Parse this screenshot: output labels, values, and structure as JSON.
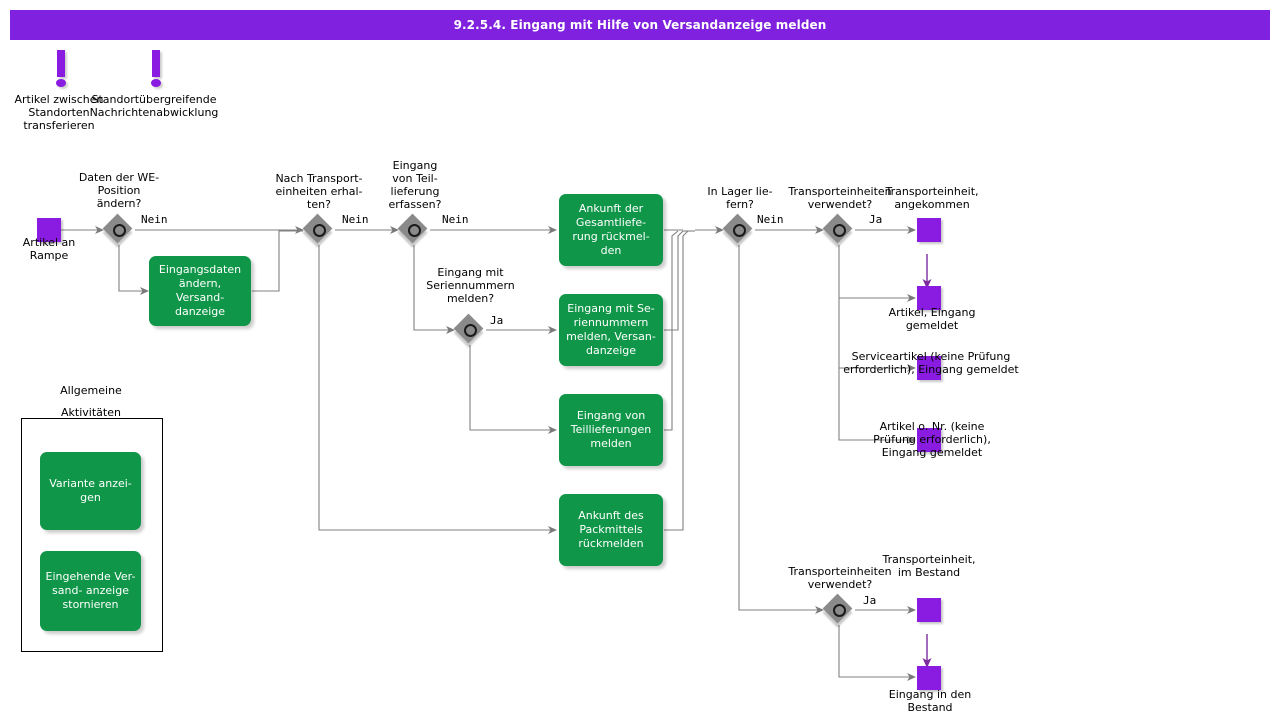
{
  "titlebar": {
    "title": "9.2.5.4. Eingang mit Hilfe von Versandanzeige melden",
    "bg_color": "#7F21DE"
  },
  "colors": {
    "event_purple": "#8A1BE0",
    "function_green": "#0F9648",
    "decision_gray": "#8A8A8A",
    "edge_gray": "#808080",
    "edge_purple": "#7D2C9E",
    "text_black": "#000000"
  },
  "interface_icons": [
    {
      "name": "artikel-zwischen-standorten-transferieren",
      "label": "Artikel  zwischen  Standorten transferieren"
    },
    {
      "name": "standortuebergreifende-nachrichtenabwicklung",
      "label": "Standortübergreifende Nachrichtenabwicklung"
    }
  ],
  "events": [
    {
      "id": "ev-artikel-an-rampe",
      "label": "Artikel an Rampe"
    },
    {
      "id": "ev-transporteinheit-angekommen",
      "label": "Transporteinheit, angekommen"
    },
    {
      "id": "ev-artikel-eingang-gemeldet",
      "label": "Artikel, Eingang gemeldet"
    },
    {
      "id": "ev-serviceartikel-eingang-gemeldet",
      "label": "Serviceartikel (keine Prüfung erforderlich), Eingang gemeldet"
    },
    {
      "id": "ev-artikel-ohne-nr-eingang-gemeldet",
      "label": "Artikel o. Nr. (keine Prüfung erforderlich), Eingang gemeldet"
    },
    {
      "id": "ev-transporteinheit-im-bestand",
      "label": "Transporteinheit, im Bestand"
    },
    {
      "id": "ev-eingang-in-den-bestand",
      "label": "Eingang in den Bestand"
    }
  ],
  "decisions": [
    {
      "id": "dec-daten-we-position",
      "label": "Daten der WE-Position ändern?",
      "branch": "Nein"
    },
    {
      "id": "dec-nach-transporteinheiten",
      "label": "Nach  Transport- einheiten  erhal- ten?",
      "branch": "Nein"
    },
    {
      "id": "dec-eingang-teillieferung",
      "label": "Eingang von Teil- lieferung erfassen?",
      "branch": "Nein"
    },
    {
      "id": "dec-eingang-seriennummern",
      "label": "Eingang mit Seriennummern melden?",
      "branch": "Ja"
    },
    {
      "id": "dec-in-lager-liefern",
      "label": "In Lager lie- fern?",
      "branch": "Nein"
    },
    {
      "id": "dec-transporteinheiten-verwendet-oben",
      "label": "Transporteinheiten verwendet?",
      "branch": "Ja"
    },
    {
      "id": "dec-transporteinheiten-verwendet-unten",
      "label": "Transporteinheiten verwendet?",
      "branch": "Ja"
    }
  ],
  "functions": [
    {
      "id": "fn-eingangsdaten-aendern",
      "label": "Eingangsdaten ändern, Versand- danzeige"
    },
    {
      "id": "fn-ankunft-gesamtlieferung",
      "label": "Ankunft der Gesamtliefe- rung rückmel- den"
    },
    {
      "id": "fn-eingang-seriennummern",
      "label": "Eingang mit Se- riennummern melden, Versan- danzeige"
    },
    {
      "id": "fn-eingang-teillieferungen",
      "label": "Eingang von Teillieferungen melden"
    },
    {
      "id": "fn-ankunft-packmittel",
      "label": "Ankunft des Packmittels rückmelden"
    }
  ],
  "general_activities": {
    "title": "Allgemeine\nAktivitäten",
    "title_line1": "Allgemeine",
    "title_line2": "Aktivitäten",
    "items": [
      {
        "id": "fn-variante-anzeigen",
        "label": "Variante anzei- gen"
      },
      {
        "id": "fn-eingehende-versandanzeige-stornieren",
        "label": "Eingehende Ver- sand- anzeige stornieren"
      }
    ]
  }
}
